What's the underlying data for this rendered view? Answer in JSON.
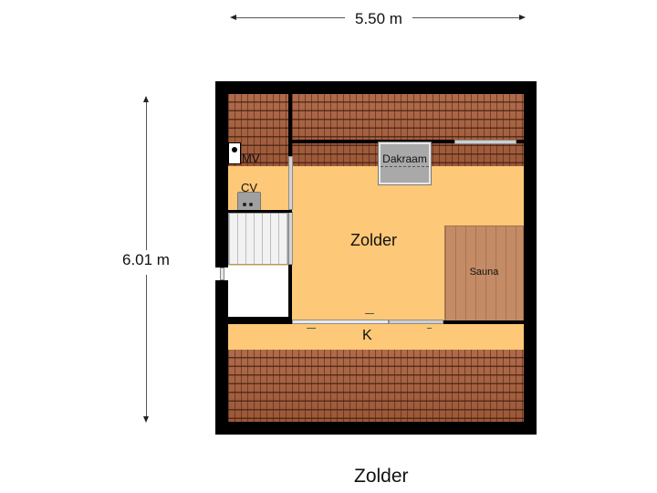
{
  "floorplan": {
    "title": "Zolder",
    "dimensions": {
      "width": "5.50 m",
      "height": "6.01 m"
    },
    "rooms": {
      "main": "Zolder",
      "sauna": "Sauna",
      "knee_storage": "K",
      "skylight": "Dakraam",
      "ventilation": "MV",
      "boiler": "CV"
    },
    "colors": {
      "wall": "#000000",
      "floor": "#fdc877",
      "roof_tiles": "#a5603f",
      "sauna_wood": "#c48c66",
      "skylight": "#a9a9a9"
    }
  }
}
